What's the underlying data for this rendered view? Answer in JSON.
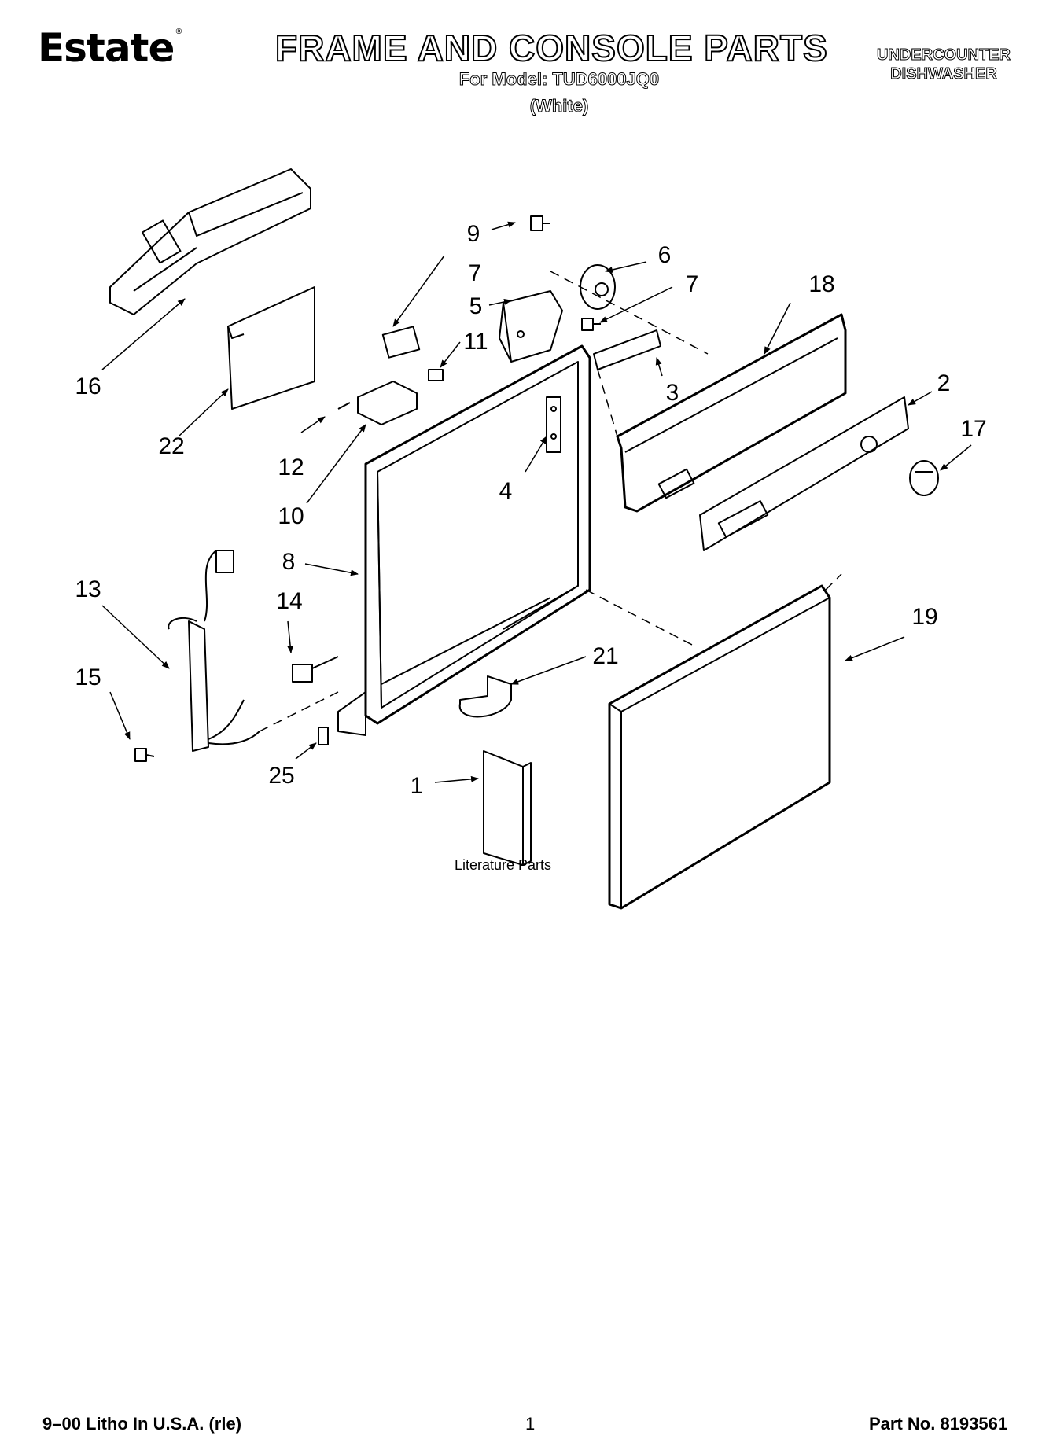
{
  "header": {
    "brand": "Estate",
    "brand_mark": "®",
    "title": "FRAME AND CONSOLE PARTS",
    "model_line": "For Model: TUD6000JQ0",
    "color_line": "(White)",
    "category_line1": "UNDERCOUNTER",
    "category_line2": "DISHWASHER"
  },
  "diagram": {
    "literature_label": "Literature Parts",
    "callouts": [
      {
        "id": "c9",
        "text": "9"
      },
      {
        "id": "c7a",
        "text": "7"
      },
      {
        "id": "c6",
        "text": "6"
      },
      {
        "id": "c5",
        "text": "5"
      },
      {
        "id": "c7b",
        "text": "7"
      },
      {
        "id": "c18",
        "text": "18"
      },
      {
        "id": "c11",
        "text": "11"
      },
      {
        "id": "c3",
        "text": "3"
      },
      {
        "id": "c16",
        "text": "16"
      },
      {
        "id": "c2",
        "text": "2"
      },
      {
        "id": "c22",
        "text": "22"
      },
      {
        "id": "c17",
        "text": "17"
      },
      {
        "id": "c12",
        "text": "12"
      },
      {
        "id": "c4",
        "text": "4"
      },
      {
        "id": "c10",
        "text": "10"
      },
      {
        "id": "c8",
        "text": "8"
      },
      {
        "id": "c13",
        "text": "13"
      },
      {
        "id": "c14",
        "text": "14"
      },
      {
        "id": "c19",
        "text": "19"
      },
      {
        "id": "c21",
        "text": "21"
      },
      {
        "id": "c15",
        "text": "15"
      },
      {
        "id": "c25",
        "text": "25"
      },
      {
        "id": "c1",
        "text": "1"
      }
    ]
  },
  "footer": {
    "print_info": "9–00 Litho In U.S.A. (rle)",
    "page_number": "1",
    "part_number": "Part No. 8193561"
  }
}
